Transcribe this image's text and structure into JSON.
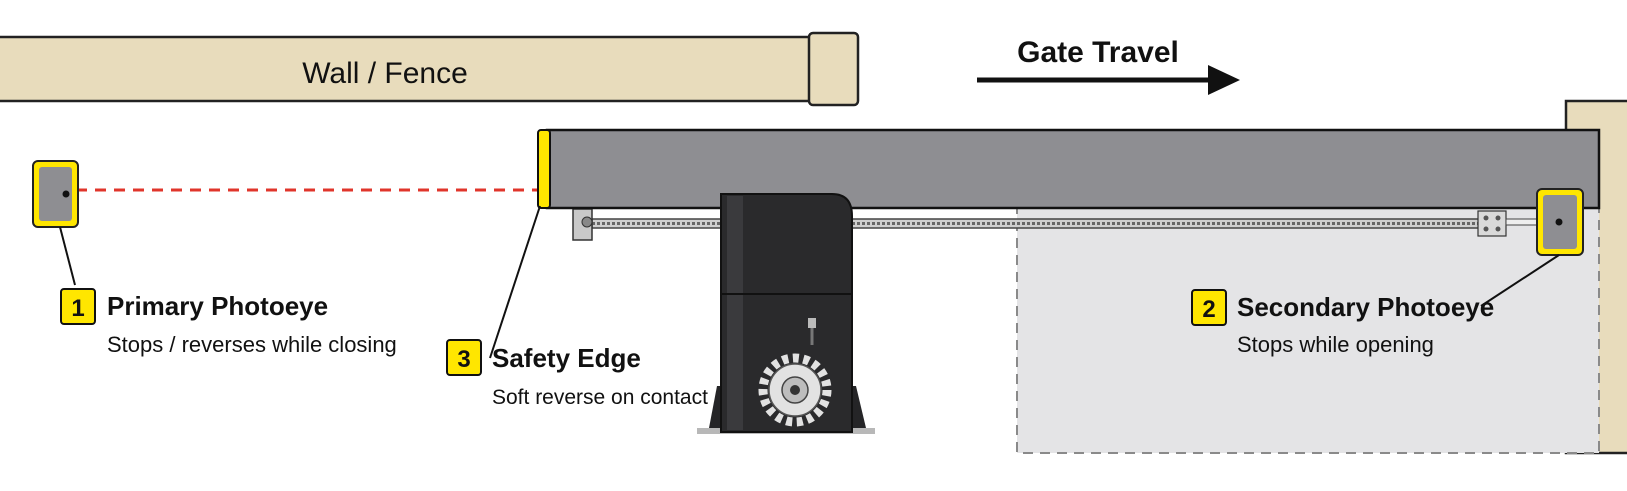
{
  "wall_label": "Wall / Fence",
  "travel_label": "Gate Travel",
  "callouts": [
    {
      "number": "1",
      "title": "Primary Photoeye",
      "desc": "Stops / reverses while closing"
    },
    {
      "number": "2",
      "title": "Secondary Photoeye",
      "desc": "Stops while opening"
    },
    {
      "number": "3",
      "title": "Safety Edge",
      "desc": "Soft reverse on contact"
    }
  ],
  "colors": {
    "wall": "#e8dcbc",
    "gate": "#8e8e92",
    "safety_yellow": "#ffe600",
    "beam_red": "#e0352b",
    "motor": "#2a2a2c",
    "open_zone": "#e4e4e6"
  },
  "icons": [
    "photoeye-sensor-icon",
    "gear-icon",
    "arrow-right-icon"
  ]
}
